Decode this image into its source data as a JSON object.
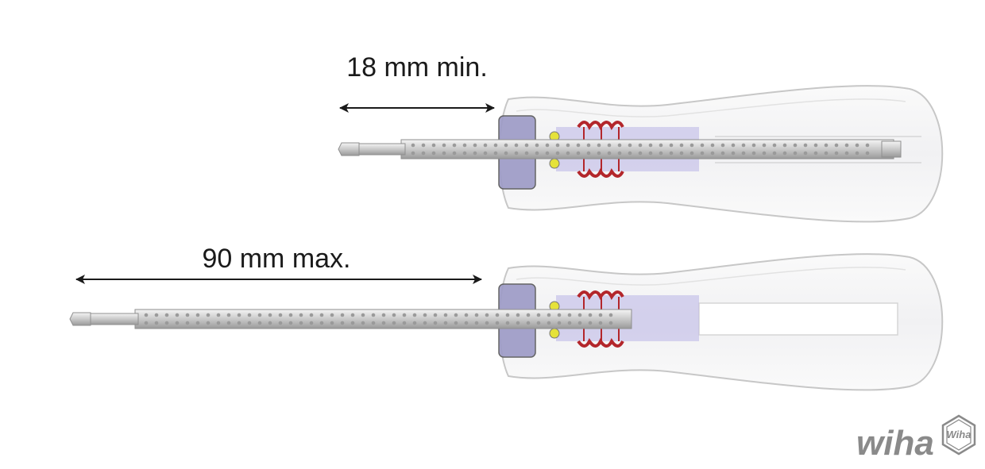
{
  "labels": {
    "min": "18 mm min.",
    "max": "90 mm max."
  },
  "logo": {
    "text": "wiha",
    "badge": "Wiha"
  },
  "colors": {
    "arrow": "#1a1a1a",
    "blade": "#c9c9c9",
    "spring": "#b3262b",
    "ball": "#e5e23a",
    "sleeve": "#b9b4e6",
    "handle_outline": "#c7c7c7",
    "logo": "#8a8a8a"
  }
}
